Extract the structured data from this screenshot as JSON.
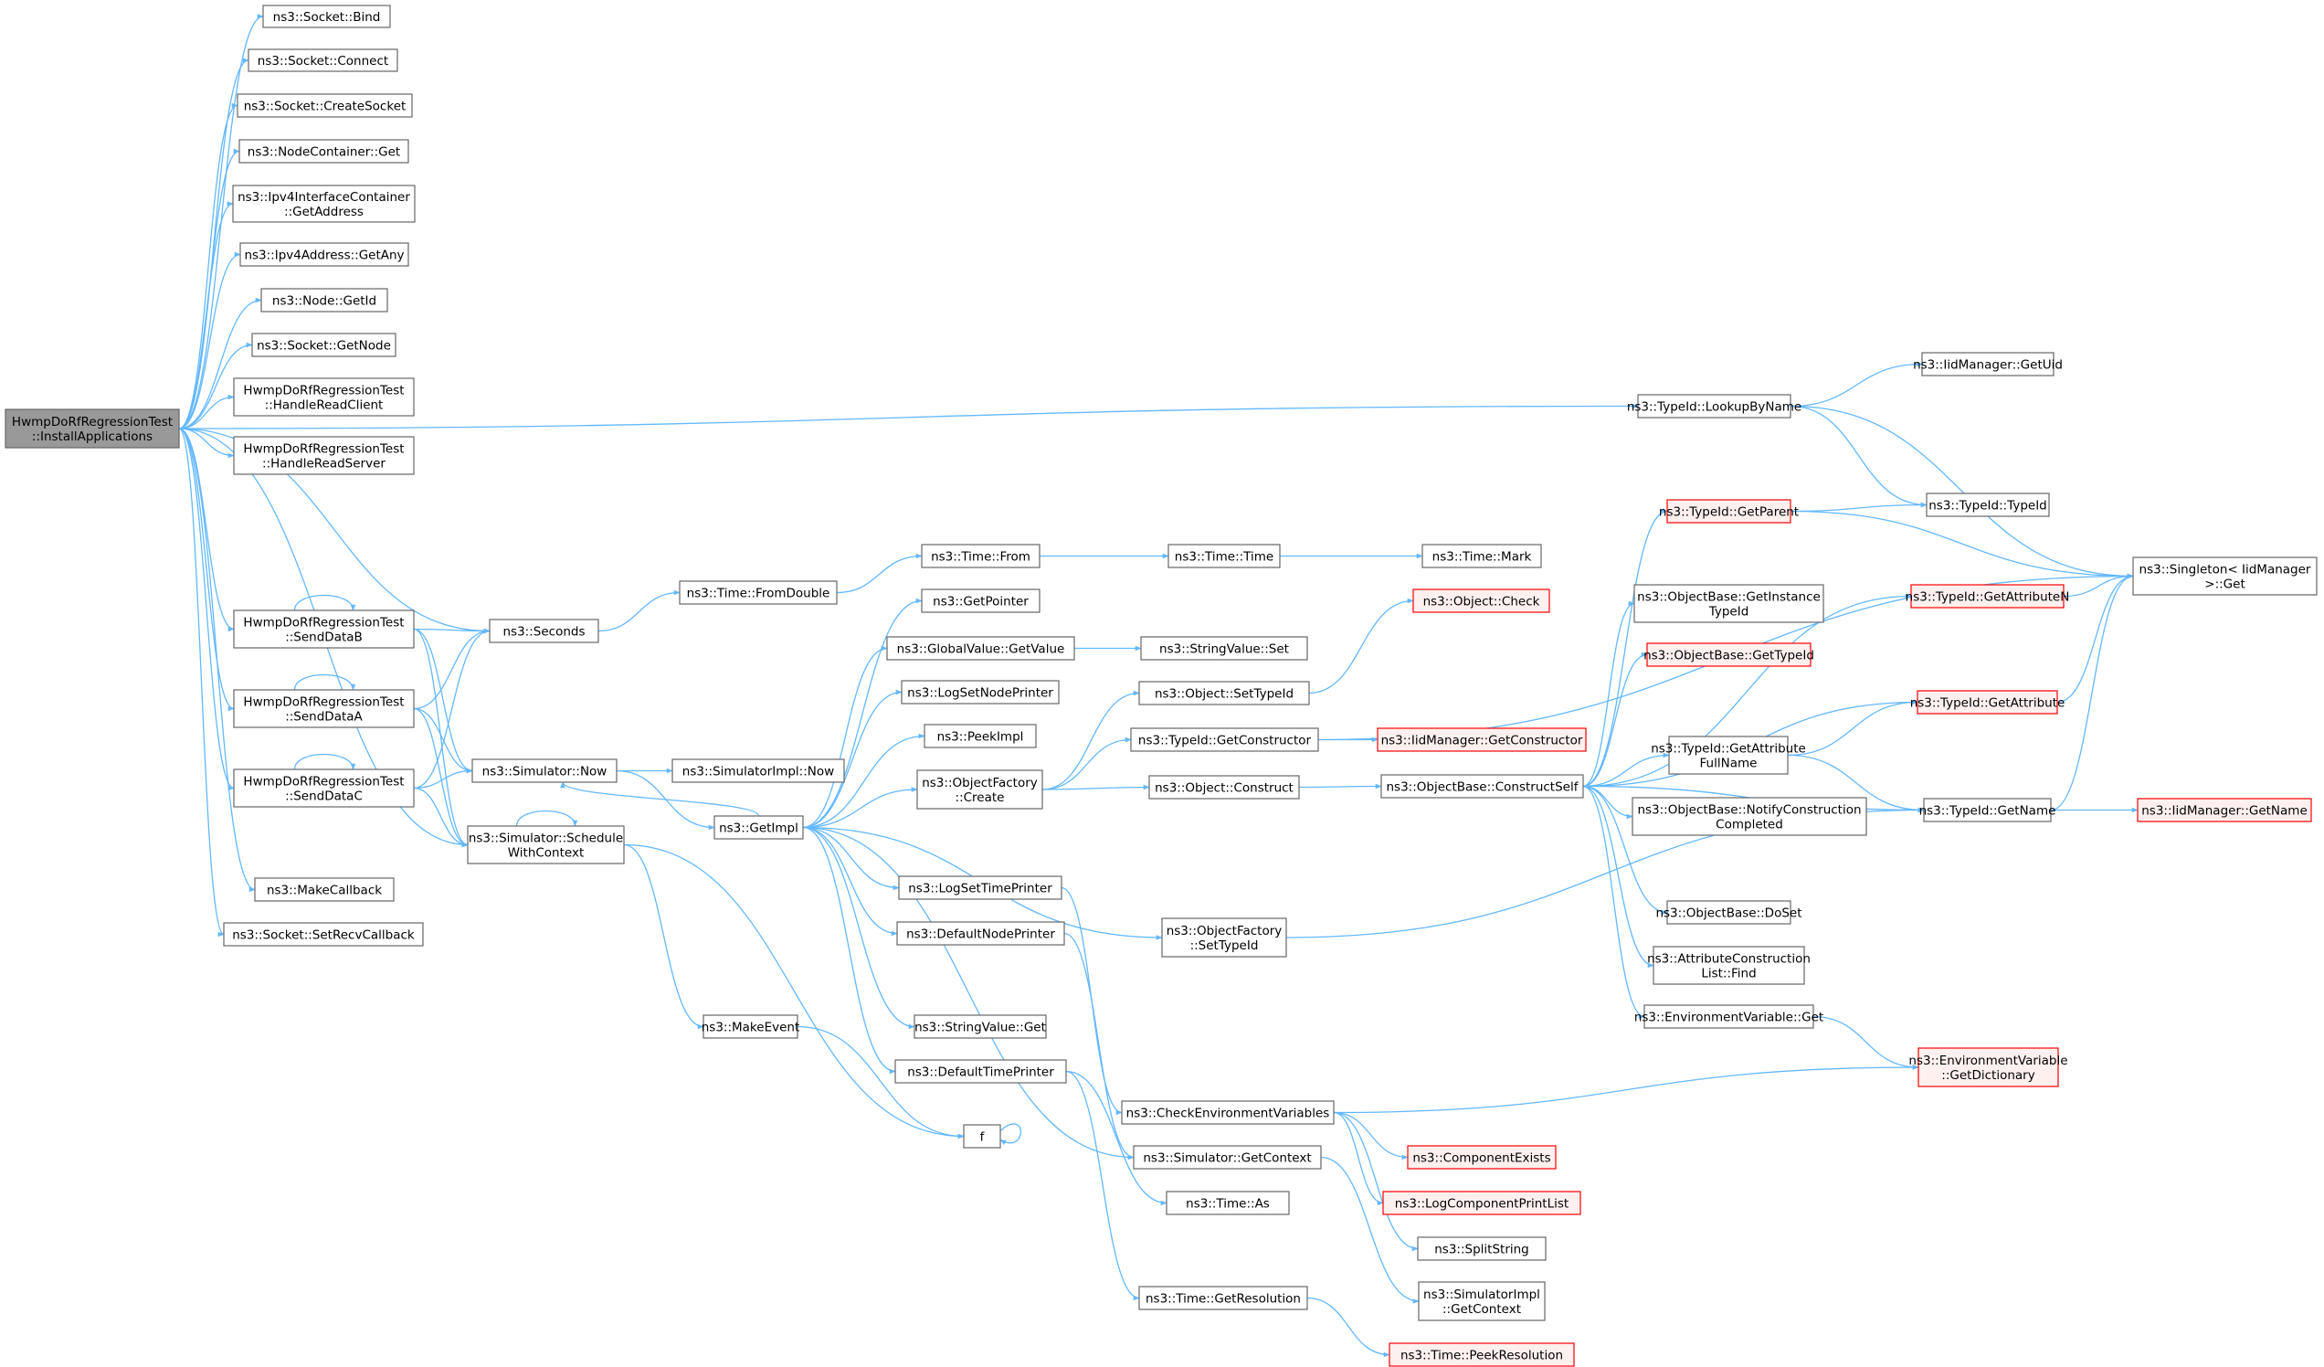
{
  "colors": {
    "edge": "#63b8ff",
    "node_border": "#666666",
    "node_border_red": "#ff0000",
    "node_fill": "#ffffff",
    "node_fill_red": "#fff0f0",
    "root_fill": "#999999",
    "text": "#000000"
  },
  "nodes": {
    "root": {
      "lines": [
        "HwmpDoRfRegressionTest",
        "::InstallApplications"
      ]
    },
    "bind": {
      "lines": [
        "ns3::Socket::Bind"
      ]
    },
    "connect": {
      "lines": [
        "ns3::Socket::Connect"
      ]
    },
    "createsocket": {
      "lines": [
        "ns3::Socket::CreateSocket"
      ]
    },
    "nc_get": {
      "lines": [
        "ns3::NodeContainer::Get"
      ]
    },
    "ipv4ic": {
      "lines": [
        "ns3::Ipv4InterfaceContainer",
        "::GetAddress"
      ]
    },
    "getany": {
      "lines": [
        "ns3::Ipv4Address::GetAny"
      ]
    },
    "node_getid": {
      "lines": [
        "ns3::Node::GetId"
      ]
    },
    "socket_getnode": {
      "lines": [
        "ns3::Socket::GetNode"
      ]
    },
    "hrc": {
      "lines": [
        "HwmpDoRfRegressionTest",
        "::HandleReadClient"
      ]
    },
    "hrs": {
      "lines": [
        "HwmpDoRfRegressionTest",
        "::HandleReadServer"
      ]
    },
    "sendb": {
      "lines": [
        "HwmpDoRfRegressionTest",
        "::SendDataB"
      ]
    },
    "senda": {
      "lines": [
        "HwmpDoRfRegressionTest",
        "::SendDataA"
      ]
    },
    "sendc": {
      "lines": [
        "HwmpDoRfRegressionTest",
        "::SendDataC"
      ]
    },
    "makecallback": {
      "lines": [
        "ns3::MakeCallback"
      ]
    },
    "setrecv": {
      "lines": [
        "ns3::Socket::SetRecvCallback"
      ]
    },
    "seconds": {
      "lines": [
        "ns3::Seconds"
      ]
    },
    "simnow": {
      "lines": [
        "ns3::Simulator::Now"
      ]
    },
    "schedctx": {
      "lines": [
        "ns3::Simulator::Schedule",
        "WithContext"
      ]
    },
    "makeevent": {
      "lines": [
        "ns3::MakeEvent"
      ]
    },
    "f": {
      "lines": [
        "f"
      ]
    },
    "fromdouble": {
      "lines": [
        "ns3::Time::FromDouble"
      ]
    },
    "simimplnow": {
      "lines": [
        "ns3::SimulatorImpl::Now"
      ]
    },
    "getimpl": {
      "lines": [
        "ns3::GetImpl"
      ]
    },
    "timefrom": {
      "lines": [
        "ns3::Time::From"
      ]
    },
    "getpointer": {
      "lines": [
        "ns3::GetPointer"
      ]
    },
    "gv_getvalue": {
      "lines": [
        "ns3::GlobalValue::GetValue"
      ]
    },
    "logsetnode": {
      "lines": [
        "ns3::LogSetNodePrinter"
      ]
    },
    "peekimpl": {
      "lines": [
        "ns3::PeekImpl"
      ]
    },
    "of_create": {
      "lines": [
        "ns3::ObjectFactory",
        "::Create"
      ]
    },
    "logsettime": {
      "lines": [
        "ns3::LogSetTimePrinter"
      ]
    },
    "defnode": {
      "lines": [
        "ns3::DefaultNodePrinter"
      ]
    },
    "sv_get": {
      "lines": [
        "ns3::StringValue::Get"
      ]
    },
    "deftime": {
      "lines": [
        "ns3::DefaultTimePrinter"
      ]
    },
    "timetime": {
      "lines": [
        "ns3::Time::Time"
      ]
    },
    "sv_set": {
      "lines": [
        "ns3::StringValue::Set"
      ]
    },
    "obj_settypeid": {
      "lines": [
        "ns3::Object::SetTypeId"
      ]
    },
    "tid_getctor": {
      "lines": [
        "ns3::TypeId::GetConstructor"
      ]
    },
    "obj_construct": {
      "lines": [
        "ns3::Object::Construct"
      ]
    },
    "of_settypeid": {
      "lines": [
        "ns3::ObjectFactory",
        "::SetTypeId"
      ]
    },
    "checkenv": {
      "lines": [
        "ns3::CheckEnvironmentVariables"
      ]
    },
    "sim_getctx": {
      "lines": [
        "ns3::Simulator::GetContext"
      ]
    },
    "time_as": {
      "lines": [
        "ns3::Time::As"
      ]
    },
    "time_getres": {
      "lines": [
        "ns3::Time::GetResolution"
      ]
    },
    "timemark": {
      "lines": [
        "ns3::Time::Mark"
      ]
    },
    "obj_check": {
      "lines": [
        "ns3::Object::Check"
      ]
    },
    "iid_getctor": {
      "lines": [
        "ns3::IidManager::GetConstructor"
      ]
    },
    "ob_constructself": {
      "lines": [
        "ns3::ObjectBase::ConstructSelf"
      ]
    },
    "compexists": {
      "lines": [
        "ns3::ComponentExists"
      ]
    },
    "logcomplist": {
      "lines": [
        "ns3::LogComponentPrintList"
      ]
    },
    "splitstring": {
      "lines": [
        "ns3::SplitString"
      ]
    },
    "simimpl_getctx": {
      "lines": [
        "ns3::SimulatorImpl",
        "::GetContext"
      ]
    },
    "peekres": {
      "lines": [
        "ns3::Time::PeekResolution"
      ]
    },
    "lookupbyname": {
      "lines": [
        "ns3::TypeId::LookupByName"
      ]
    },
    "tid_getparent": {
      "lines": [
        "ns3::TypeId::GetParent"
      ]
    },
    "ob_getinst": {
      "lines": [
        "ns3::ObjectBase::GetInstance",
        "TypeId"
      ]
    },
    "ob_gettypeid": {
      "lines": [
        "ns3::ObjectBase::GetTypeId"
      ]
    },
    "tid_getattrfull": {
      "lines": [
        "ns3::TypeId::GetAttribute",
        "FullName"
      ]
    },
    "ob_notify": {
      "lines": [
        "ns3::ObjectBase::NotifyConstruction",
        "Completed"
      ]
    },
    "ob_doset": {
      "lines": [
        "ns3::ObjectBase::DoSet"
      ]
    },
    "acl_find": {
      "lines": [
        "ns3::AttributeConstruction",
        "List::Find"
      ]
    },
    "envvar_get": {
      "lines": [
        "ns3::EnvironmentVariable::Get"
      ]
    },
    "iid_getuid": {
      "lines": [
        "ns3::IidManager::GetUid"
      ]
    },
    "tid_typeid": {
      "lines": [
        "ns3::TypeId::TypeId"
      ]
    },
    "tid_getattrn": {
      "lines": [
        "ns3::TypeId::GetAttributeN"
      ]
    },
    "tid_getattr": {
      "lines": [
        "ns3::TypeId::GetAttribute"
      ]
    },
    "tid_getname": {
      "lines": [
        "ns3::TypeId::GetName"
      ]
    },
    "envvar_dict": {
      "lines": [
        "ns3::EnvironmentVariable",
        "::GetDictionary"
      ]
    },
    "singleton_get": {
      "lines": [
        "ns3::Singleton< IidManager",
        " >::Get"
      ]
    },
    "iid_getname": {
      "lines": [
        "ns3::IidManager::GetName"
      ]
    }
  }
}
